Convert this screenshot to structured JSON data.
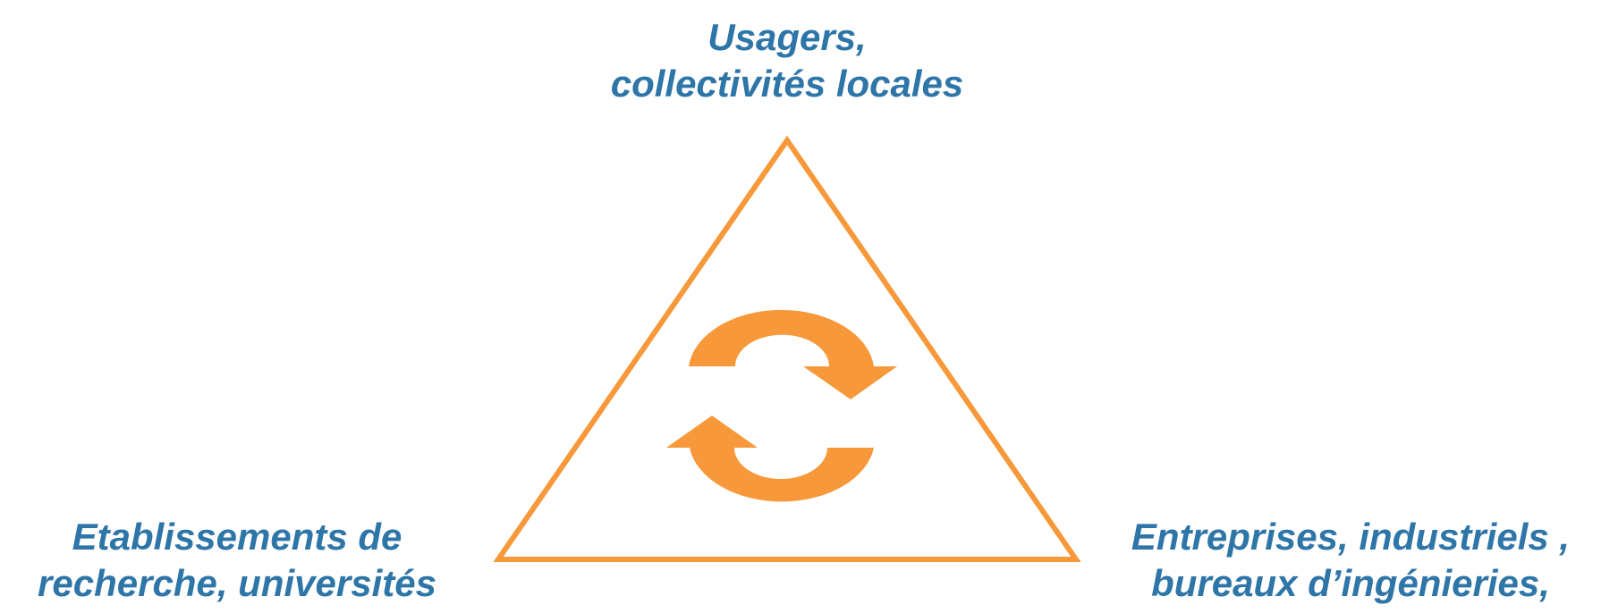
{
  "nodes": {
    "top": {
      "line1": "Usagers,",
      "line2": "collectivités locales"
    },
    "bottom_left": {
      "line1": "Etablissements de",
      "line2": "recherche, universités"
    },
    "bottom_right": {
      "line1": "Entreprises, industriels ,",
      "line2": "bureaux d’ingénieries,"
    }
  },
  "colors": {
    "text": "#2E75A8",
    "triangle_stroke": "#F7993A",
    "cycle_arrows": "#F7993A"
  },
  "icons": {
    "center": "cycle-arrows-icon"
  }
}
